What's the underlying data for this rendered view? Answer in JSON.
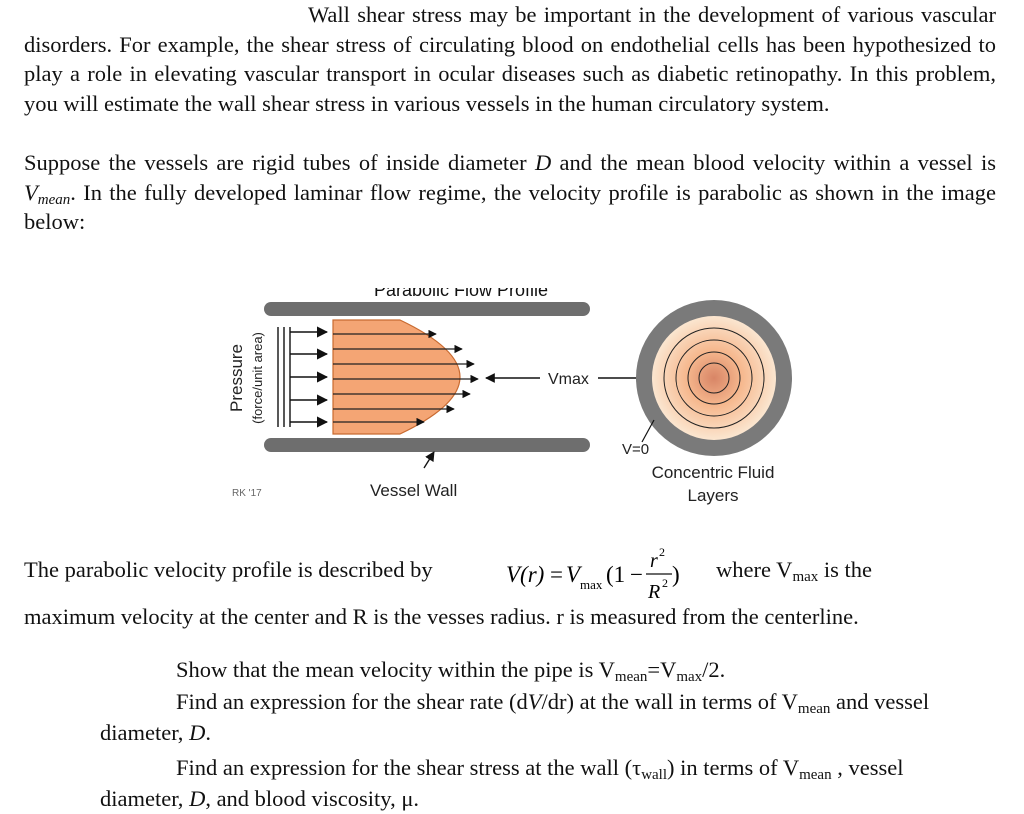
{
  "intro": {
    "p1": "Wall shear stress may be important in the development of various vascular disorders. For example, the shear stress of circulating blood on endothelial cells has been hypothesized to play a role in elevating vascular transport in ocular diseases such as diabetic retinopathy. In this problem, you will estimate the wall shear stress in various vessels in the human circulatory system.",
    "p2_a": "Suppose the vessels are rigid tubes of inside diameter ",
    "p2_D": "D",
    "p2_b": " and the mean blood velocity within a vessel is ",
    "p2_V": "V",
    "p2_Vsub": "mean",
    "p2_c": ". In the fully developed laminar flow regime, the velocity profile is parabolic as shown in the image below:"
  },
  "figure": {
    "title": "Parabolic Flow Profile",
    "y_label_1": "Pressure",
    "y_label_2": "(force/unit area)",
    "vmax_label": "Vmax",
    "v0_label": "V=0",
    "vessel_wall_label": "Vessel Wall",
    "concentric_label_1": "Concentric Fluid",
    "concentric_label_2": "Layers",
    "credit": "RK '17",
    "colors": {
      "wall": "#6e6e6e",
      "fluid": "#f4a574",
      "fluid_edge": "#c86a30",
      "ring": "#7a7a7a"
    }
  },
  "formula_text": {
    "lead": "The parabolic velocity profile is described by",
    "lhs": "V(r)",
    "eq": "=",
    "vmax_v": "V",
    "vmax_sub": "max",
    "open": "(1",
    "minus": "−",
    "num": "r",
    "num_exp": "2",
    "den": "R",
    "den_exp": "2",
    "close": ")",
    "tail_a": "where V",
    "tail_sub": "max",
    "tail_b": " is the"
  },
  "p3": "maximum velocity at the center and R is the vesses radius. r is measured from the centerline.",
  "questions": {
    "q1_a": "Show that the mean velocity within the pipe is V",
    "q1_sub1": "mean",
    "q1_b": "=V",
    "q1_sub2": "max",
    "q1_c": "/2.",
    "q2_a": "Find an expression for the shear rate (d",
    "q2_V": "V",
    "q2_b": "/dr) at the wall in terms of V",
    "q2_sub": "mean",
    "q2_c": " and vessel diameter, ",
    "q2_D": "D",
    "q2_d": ".",
    "q3_a": "Find an expression for the shear stress at the wall (τ",
    "q3_sub": "wall",
    "q3_b": ") in terms of V",
    "q3_sub2": "mean",
    "q3_c": " , vessel diameter, ",
    "q3_D": "D",
    "q3_d": ", and blood viscosity, μ."
  }
}
